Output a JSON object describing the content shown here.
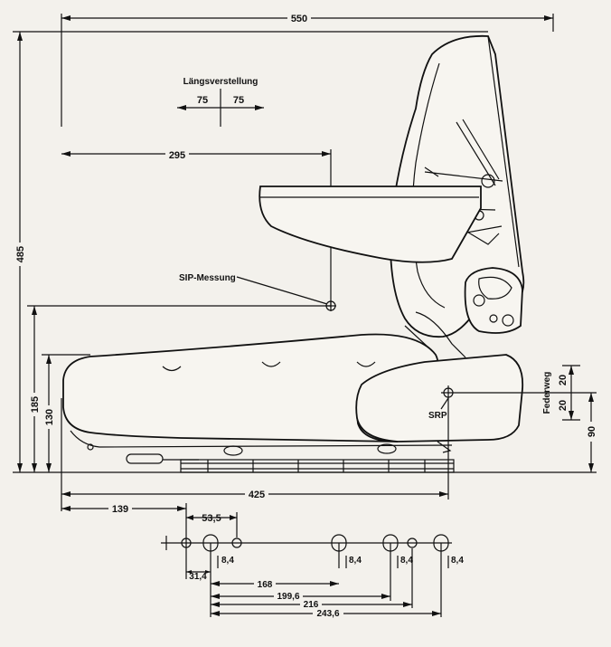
{
  "dimensions": {
    "overall_width": "550",
    "overall_height": "485",
    "sip_distance": "295",
    "height_185": "185",
    "height_130": "130",
    "length_425": "425",
    "offset_139": "139",
    "spacing_53_5": "53,5",
    "spacing_31_4": "31,4",
    "spacing_168": "168",
    "spacing_199_6": "199,6",
    "spacing_216": "216",
    "spacing_243_6": "243,6",
    "travel_20_up": "20",
    "travel_20_down": "20",
    "height_90": "90",
    "hole_dia": "8,4"
  },
  "labels": {
    "laengsverstellung": "Längsverstellung",
    "adjust_left": "75",
    "adjust_right": "75",
    "sip_messung": "SIP-Messung",
    "srp": "SRP",
    "federweg": "Federweg"
  },
  "colors": {
    "paper": "#f3f1ec",
    "ink": "#111111"
  }
}
